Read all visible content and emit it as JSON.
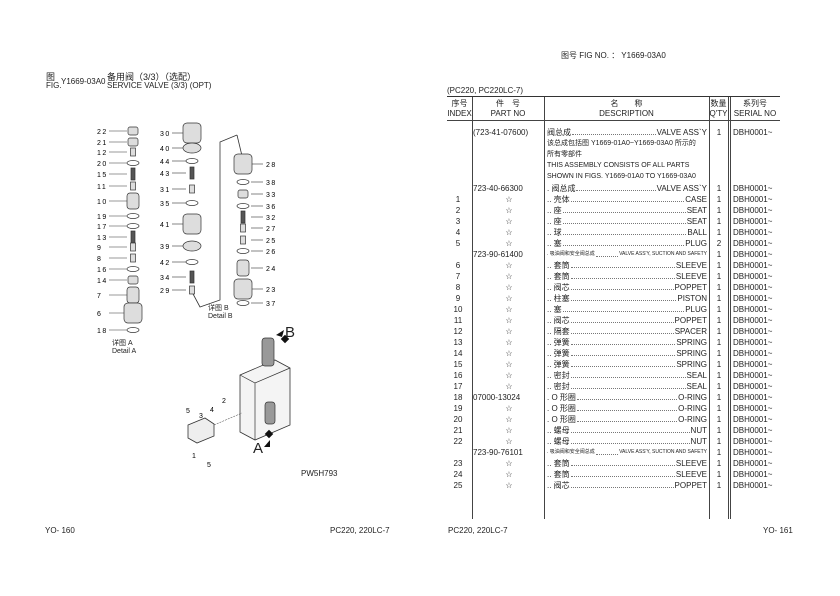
{
  "left_page": {
    "fig_cn": "图",
    "fig_en": "FIG.",
    "fig_no": "Y1669-03A0",
    "title_cn": "备用阀（3/3）（选配）",
    "title_en": "SERVICE VALVE (3/3) (OPT)",
    "detail_a_cn": "详图 A",
    "detail_a_en": "Detail A",
    "detail_b_cn": "详图 B",
    "detail_b_en": "Detail B",
    "diagram_labels": [
      "22",
      "21",
      "12",
      "20",
      "15",
      "11",
      "10",
      "19",
      "17",
      "13",
      "9",
      "8",
      "16",
      "14",
      "7",
      "6",
      "18",
      "30",
      "40",
      "44",
      "43",
      "31",
      "35",
      "41",
      "39",
      "42",
      "34",
      "29",
      "28",
      "38",
      "33",
      "36",
      "32",
      "27",
      "25",
      "26",
      "24",
      "23",
      "37",
      "5",
      "3",
      "4",
      "2",
      "1",
      "5"
    ],
    "arrow_a": "A",
    "arrow_b": "B",
    "drawing_code": "PW5H793",
    "page_no": "YO- 160",
    "model": "PC220, 220LC-7"
  },
  "right_page": {
    "fig_no_label": "图号 FIG NO. ： Y1669-03A0",
    "model_header": "(PC220, PC220LC-7)",
    "columns": {
      "index_cn": "序号",
      "index_en": "INDEX",
      "part_cn": "件　号",
      "part_en": "PART NO",
      "desc_cn": "名　　称",
      "desc_en": "DESCRIPTION",
      "qty_cn": "数量",
      "qty_en": "Q'TY",
      "serial_cn": "系列号",
      "serial_en": "SERIAL NO"
    },
    "assembly": {
      "part": "(723-41-07600)",
      "cn": "阀总成",
      "en": "VALVE ASS`Y",
      "qty": "1",
      "serial": "DBH0001~",
      "note_lines": [
        "该总成包括图 Y1669-01A0~Y1669-03A0 所示的",
        "所有零部件",
        "THIS ASSEMBLY CONSISTS OF ALL PARTS",
        "SHOWN IN FIGS. Y1669-01A0 TO Y1669-03A0"
      ]
    },
    "rows": [
      {
        "idx": "",
        "part": "723-40-66300",
        "cn": ". 阀总成",
        "en": "VALVE ASS`Y",
        "qty": "1",
        "serial": "DBH0001~"
      },
      {
        "idx": "1",
        "part": "☆",
        "cn": ".. 壳体",
        "en": "CASE",
        "qty": "1",
        "serial": "DBH0001~"
      },
      {
        "idx": "2",
        "part": "☆",
        "cn": ".. 座",
        "en": "SEAT",
        "qty": "1",
        "serial": "DBH0001~"
      },
      {
        "idx": "3",
        "part": "☆",
        "cn": ".. 座",
        "en": "SEAT",
        "qty": "1",
        "serial": "DBH0001~"
      },
      {
        "idx": "4",
        "part": "☆",
        "cn": ".. 球",
        "en": "BALL",
        "qty": "1",
        "serial": "DBH0001~"
      },
      {
        "idx": "5",
        "part": "☆",
        "cn": ".. 塞",
        "en": "PLUG",
        "qty": "2",
        "serial": "DBH0001~"
      },
      {
        "idx": "",
        "part": "723-90-61400",
        "cn": ". 吸油阀和安全阀总成",
        "en": "VALVE ASS'Y, SUCTION AND SAFETY",
        "qty": "1",
        "serial": "DBH0001~",
        "small": true
      },
      {
        "idx": "6",
        "part": "☆",
        "cn": ".. 套筒",
        "en": "SLEEVE",
        "qty": "1",
        "serial": "DBH0001~"
      },
      {
        "idx": "7",
        "part": "☆",
        "cn": ".. 套筒",
        "en": "SLEEVE",
        "qty": "1",
        "serial": "DBH0001~"
      },
      {
        "idx": "8",
        "part": "☆",
        "cn": ".. 阀芯",
        "en": "POPPET",
        "qty": "1",
        "serial": "DBH0001~"
      },
      {
        "idx": "9",
        "part": "☆",
        "cn": ".. 柱塞",
        "en": "PISTON",
        "qty": "1",
        "serial": "DBH0001~"
      },
      {
        "idx": "10",
        "part": "☆",
        "cn": ".. 塞",
        "en": "PLUG",
        "qty": "1",
        "serial": "DBH0001~"
      },
      {
        "idx": "11",
        "part": "☆",
        "cn": ".. 阀芯",
        "en": "POPPET",
        "qty": "1",
        "serial": "DBH0001~"
      },
      {
        "idx": "12",
        "part": "☆",
        "cn": ".. 隔套",
        "en": "SPACER",
        "qty": "1",
        "serial": "DBH0001~"
      },
      {
        "idx": "13",
        "part": "☆",
        "cn": ".. 弹簧",
        "en": "SPRING",
        "qty": "1",
        "serial": "DBH0001~"
      },
      {
        "idx": "14",
        "part": "☆",
        "cn": ".. 弹簧",
        "en": "SPRING",
        "qty": "1",
        "serial": "DBH0001~"
      },
      {
        "idx": "15",
        "part": "☆",
        "cn": ".. 弹簧",
        "en": "SPRING",
        "qty": "1",
        "serial": "DBH0001~"
      },
      {
        "idx": "16",
        "part": "☆",
        "cn": ".. 密封",
        "en": "SEAL",
        "qty": "1",
        "serial": "DBH0001~"
      },
      {
        "idx": "17",
        "part": "☆",
        "cn": ".. 密封",
        "en": "SEAL",
        "qty": "1",
        "serial": "DBH0001~"
      },
      {
        "idx": "18",
        "part": "07000-13024",
        "cn": ". O 形圈",
        "en": "O-RING",
        "qty": "1",
        "serial": "DBH0001~"
      },
      {
        "idx": "19",
        "part": "☆",
        "cn": ". O 形圈",
        "en": "O-RING",
        "qty": "1",
        "serial": "DBH0001~"
      },
      {
        "idx": "20",
        "part": "☆",
        "cn": ". O 形圈",
        "en": "O-RING",
        "qty": "1",
        "serial": "DBH0001~"
      },
      {
        "idx": "21",
        "part": "☆",
        "cn": ".. 螺母",
        "en": "NUT",
        "qty": "1",
        "serial": "DBH0001~"
      },
      {
        "idx": "22",
        "part": "☆",
        "cn": ".. 螺母",
        "en": "NUT",
        "qty": "1",
        "serial": "DBH0001~"
      },
      {
        "idx": "",
        "part": "723-90-76101",
        "cn": ". 吸油阀和安全阀总成",
        "en": "VALVE ASS'Y, SUCTION AND SAFETY",
        "qty": "1",
        "serial": "DBH0001~",
        "small": true
      },
      {
        "idx": "23",
        "part": "☆",
        "cn": ".. 套筒",
        "en": "SLEEVE",
        "qty": "1",
        "serial": "DBH0001~"
      },
      {
        "idx": "24",
        "part": "☆",
        "cn": ".. 套筒",
        "en": "SLEEVE",
        "qty": "1",
        "serial": "DBH0001~"
      },
      {
        "idx": "25",
        "part": "☆",
        "cn": ".. 阀芯",
        "en": "POPPET",
        "qty": "1",
        "serial": "DBH0001~"
      }
    ],
    "model": "PC220, 220LC-7",
    "page_no": "YO- 161"
  }
}
